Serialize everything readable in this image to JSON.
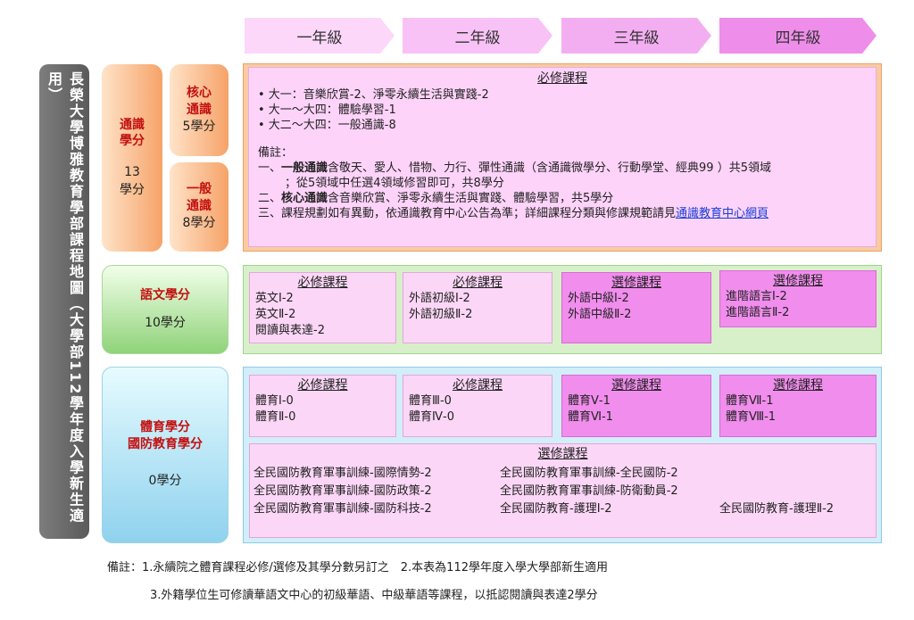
{
  "grades": [
    "一年級",
    "二年級",
    "三年級",
    "四年級"
  ],
  "title": "長榮大學博雅教育學部課程地圖（大學部112學年度入學新生適用）",
  "general": {
    "label": "通識\n學分",
    "credits": "13\n學分",
    "core_label": "核心\n通識",
    "core_credits": "5學分",
    "general_label": "一般\n通識",
    "general_credits": "8學分",
    "required_head": "必修課程",
    "items": [
      "• 大一：音樂欣賞-2、淨零永續生活與實踐-2",
      "• 大一～大四：體驗學習-1",
      "• 大二～大四：一般通識-8"
    ],
    "note_title": "備註：",
    "note1_prefix": "一、",
    "note1_bold": "一般通識",
    "note1_rest": "含敬天、愛人、惜物、力行、彈性通識（含通識微學分、行動學堂、經典99 ）共5領域",
    "note1_line2": "；從5領域中任選4領域修習即可，共8學分",
    "note2_prefix": "二、",
    "note2_bold": "核心通識",
    "note2_rest": "含音樂欣賞、淨零永續生活與實踐、體驗學習，共5學分",
    "note3_text": "三、課程規劃如有異動，依通識教育中心公告為準；詳細課程分類與修課規範請見",
    "note3_link": "通識教育中心網頁"
  },
  "language": {
    "label": "語文學分",
    "credits": "10學分",
    "boxes": [
      {
        "head": "必修課程",
        "lines": [
          "英文Ⅰ-2",
          "英文Ⅱ-2",
          "閱讀與表達-2"
        ]
      },
      {
        "head": "必修課程",
        "lines": [
          "外語初級Ⅰ-2",
          "外語初級Ⅱ-2"
        ]
      },
      {
        "head": "選修課程",
        "lines": [
          "外語中級Ⅰ-2",
          "外語中級Ⅱ-2"
        ]
      },
      {
        "head": "選修課程",
        "lines": [
          "進階語言Ⅰ-2",
          "進階語言Ⅱ-2"
        ]
      }
    ]
  },
  "pe": {
    "label": "體育學分\n國防教育學分",
    "credits": "0學分",
    "boxes": [
      {
        "head": "必修課程",
        "lines": [
          "體育Ⅰ-0",
          "體育Ⅱ-0"
        ]
      },
      {
        "head": "必修課程",
        "lines": [
          "體育Ⅲ-0",
          "體育Ⅳ-0"
        ]
      },
      {
        "head": "選修課程",
        "lines": [
          "體育Ⅴ-1",
          "體育Ⅵ-1"
        ]
      },
      {
        "head": "選修課程",
        "lines": [
          "體育Ⅶ-1",
          "體育Ⅷ-1"
        ]
      }
    ],
    "defense_head": "選修課程",
    "defense_items": [
      "全民國防教育軍事訓練-國際情勢-2",
      "全民國防教育軍事訓練-全民國防-2",
      "全民國防教育軍事訓練-國防政策-2",
      "全民國防教育軍事訓練-防衛動員-2",
      "全民國防教育軍事訓練-國防科技-2",
      "全民國防教育-護理Ⅰ-2",
      "全民國防教育-護理Ⅱ-2"
    ]
  },
  "footnote1": "備註：1.永續院之體育課程必修/選修及其學分數另訂之　2.本表為112學年度入學大學部新生適用",
  "footnote2": "3.外籍學位生可修讀華語文中心的初級華語、中級華語等課程，以抵認閱讀與表達2學分",
  "colors": {
    "grade1": "#fcd7fa",
    "grade2": "#f8c2f6",
    "grade3": "#f3aef1",
    "grade4": "#ef8dea",
    "accent_red": "#c31010",
    "link": "#1a3fd6"
  }
}
